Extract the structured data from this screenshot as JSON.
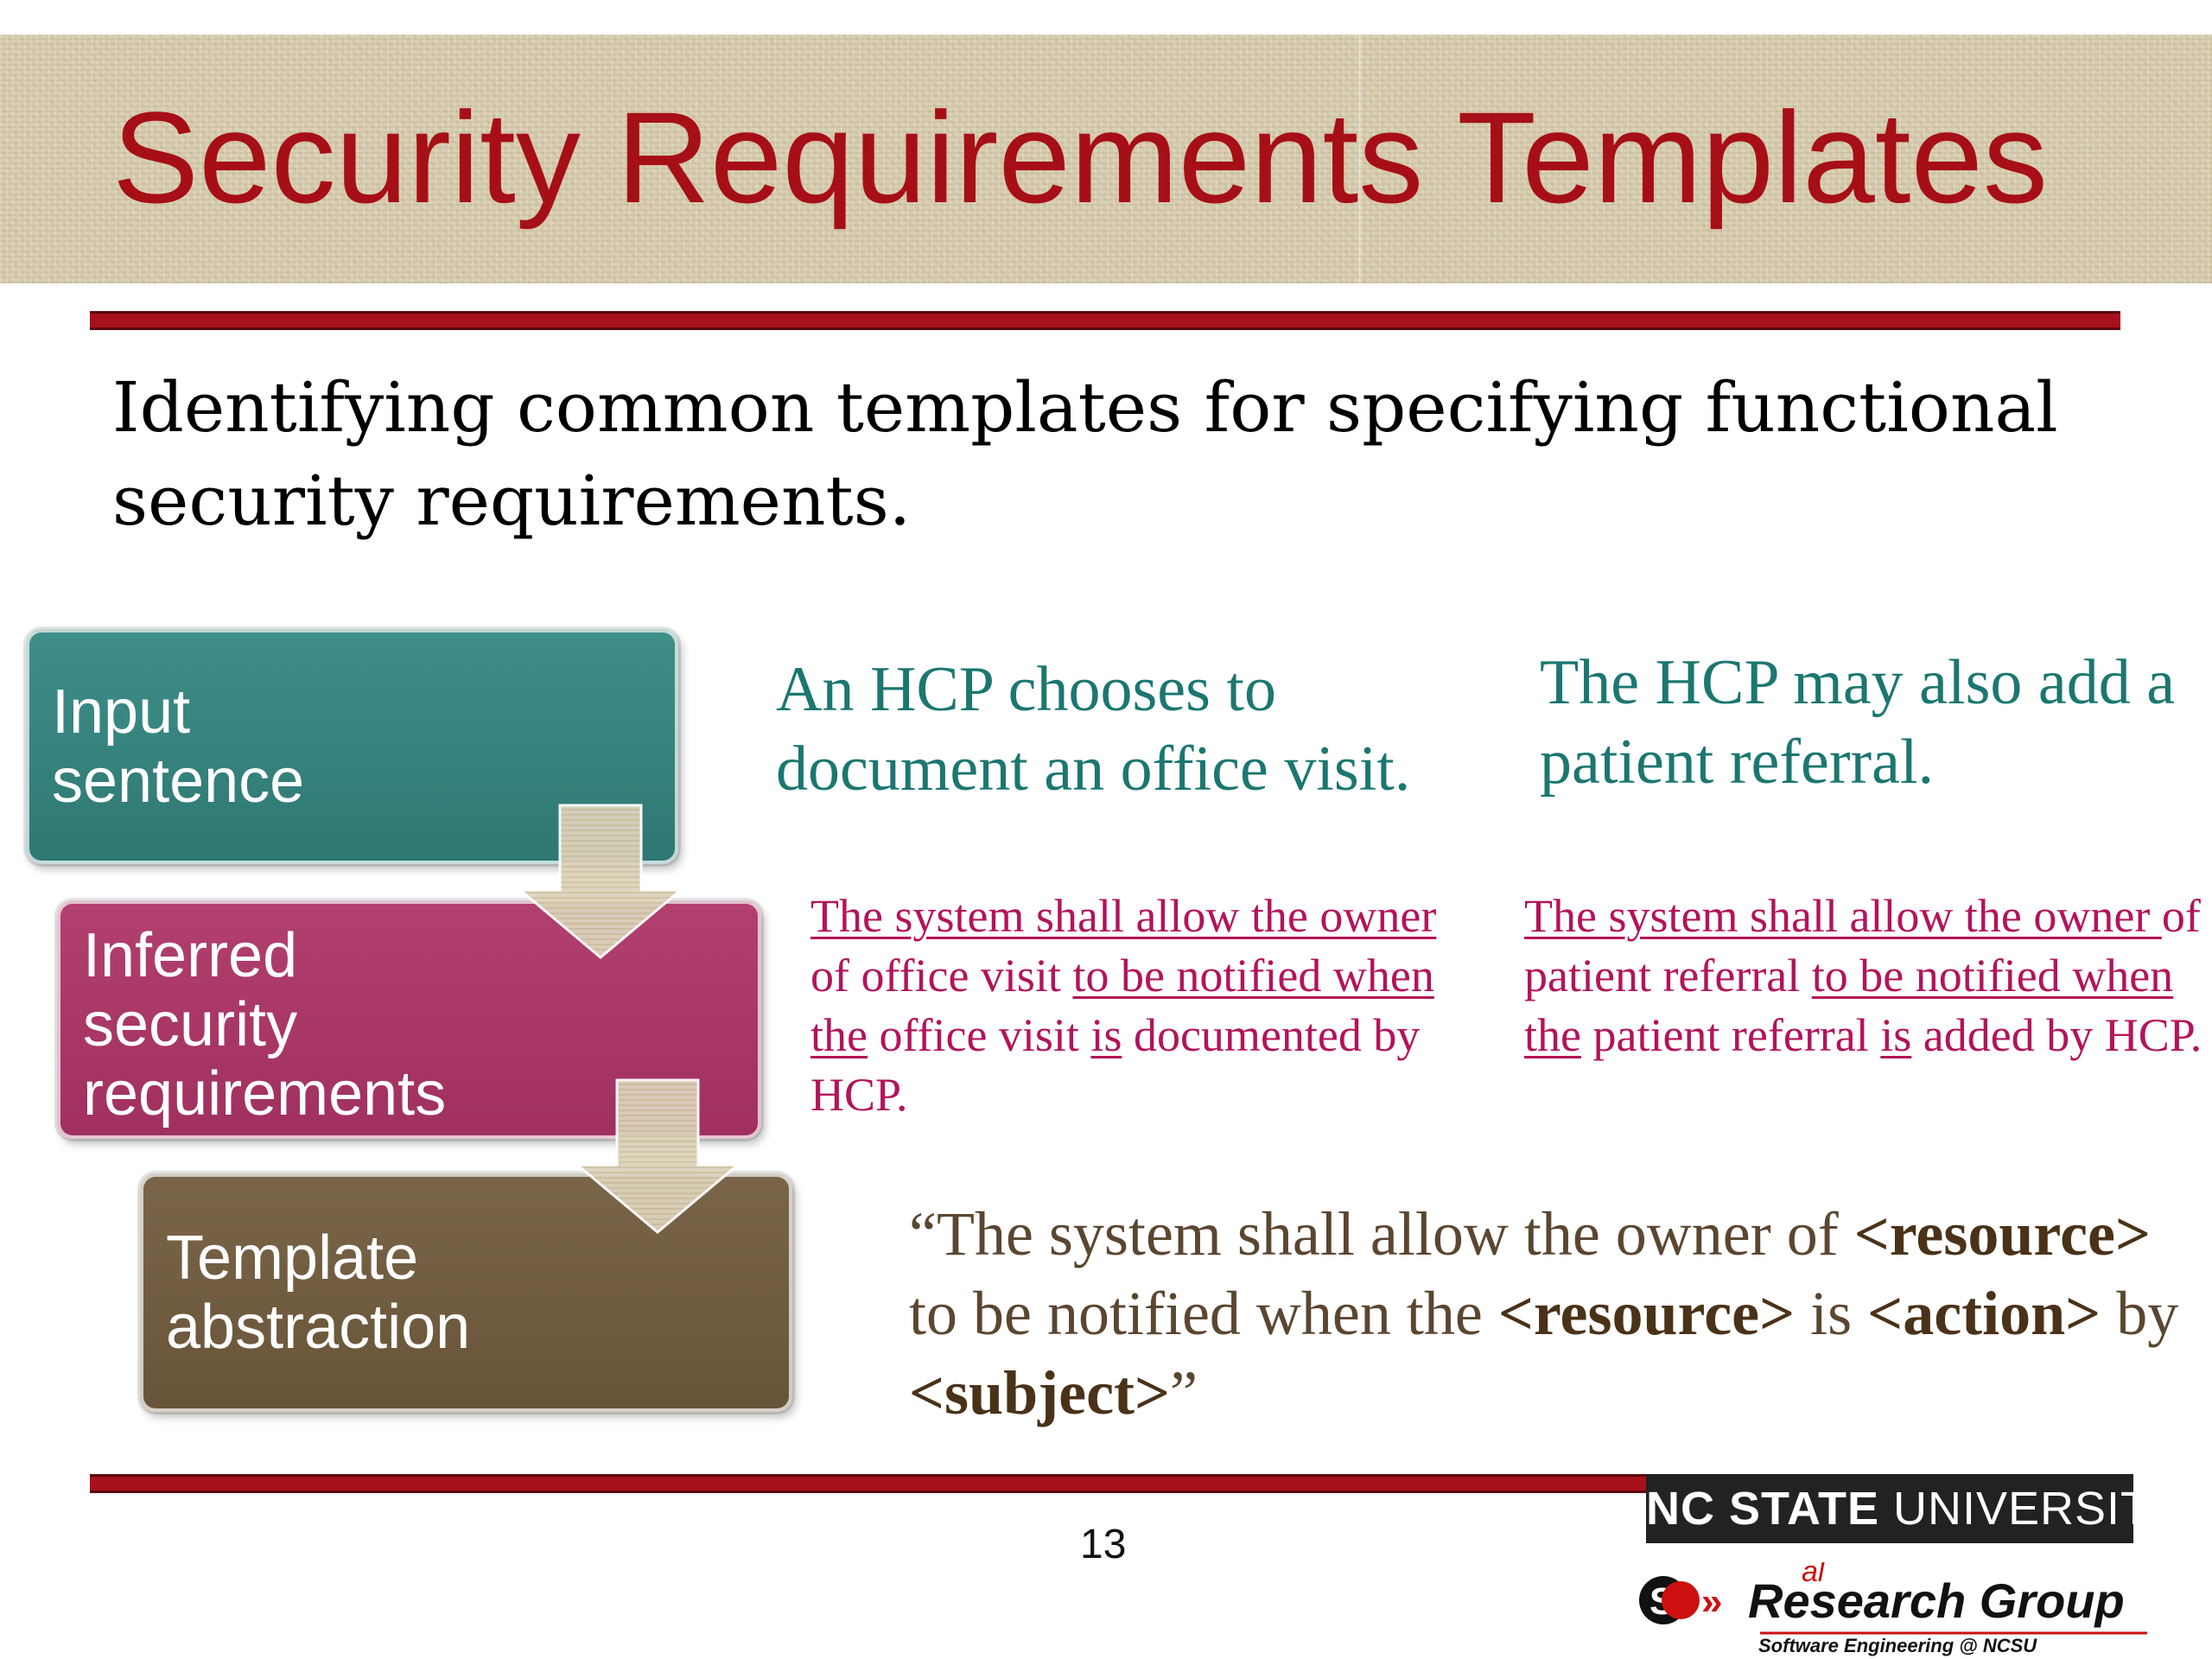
{
  "title": "Security Requirements Templates",
  "subtitle": "Identifying common templates for specifying functional security requirements.",
  "boxes": {
    "input": [
      "Input",
      "sentence"
    ],
    "inferred": [
      "Inferred",
      "security",
      "requirements"
    ],
    "template": [
      "Template",
      "abstraction"
    ]
  },
  "colors": {
    "title_red": "#a60f16",
    "rule_red": "#a8101c",
    "input_box": "#358580",
    "inferred_box": "#a83566",
    "template_box": "#705b3f",
    "teal_text": "#1b7770",
    "req_text": "#b3135a",
    "template_text": "#5b4630"
  },
  "examples": {
    "sentence1": "An HCP chooses to document an office visit.",
    "sentence2": "The HCP may also add a patient referral.",
    "req1": {
      "p1": "The system shall allow the owner ",
      "p2": "of office visit ",
      "p3": "to be notified when the",
      "p4": " office visit ",
      "p5": "is",
      "p6": " documented by HCP."
    },
    "req2": {
      "p1": "The system shall allow the owner ",
      "p2": "of patient referral ",
      "p3": "to be notified when the",
      "p4": " patient referral ",
      "p5": "is",
      "p6": " added by HCP."
    }
  },
  "template": {
    "open_quote": "“The system shall allow the owner of ",
    "resource": "<resource>",
    "mid1": " to be notified when the ",
    "is": " is ",
    "action": "<action>",
    "by": " by ",
    "subject": "<subject>",
    "close_quote": "”"
  },
  "footer": {
    "page_number": "13",
    "university_bold": "NC STATE",
    "university_rest": " UNIVERSITY",
    "group_name_pre": "Re",
    "group_name_al": "al",
    "group_name_post": "search Group",
    "group_tagline": "Software Engineering @ NCSU"
  }
}
